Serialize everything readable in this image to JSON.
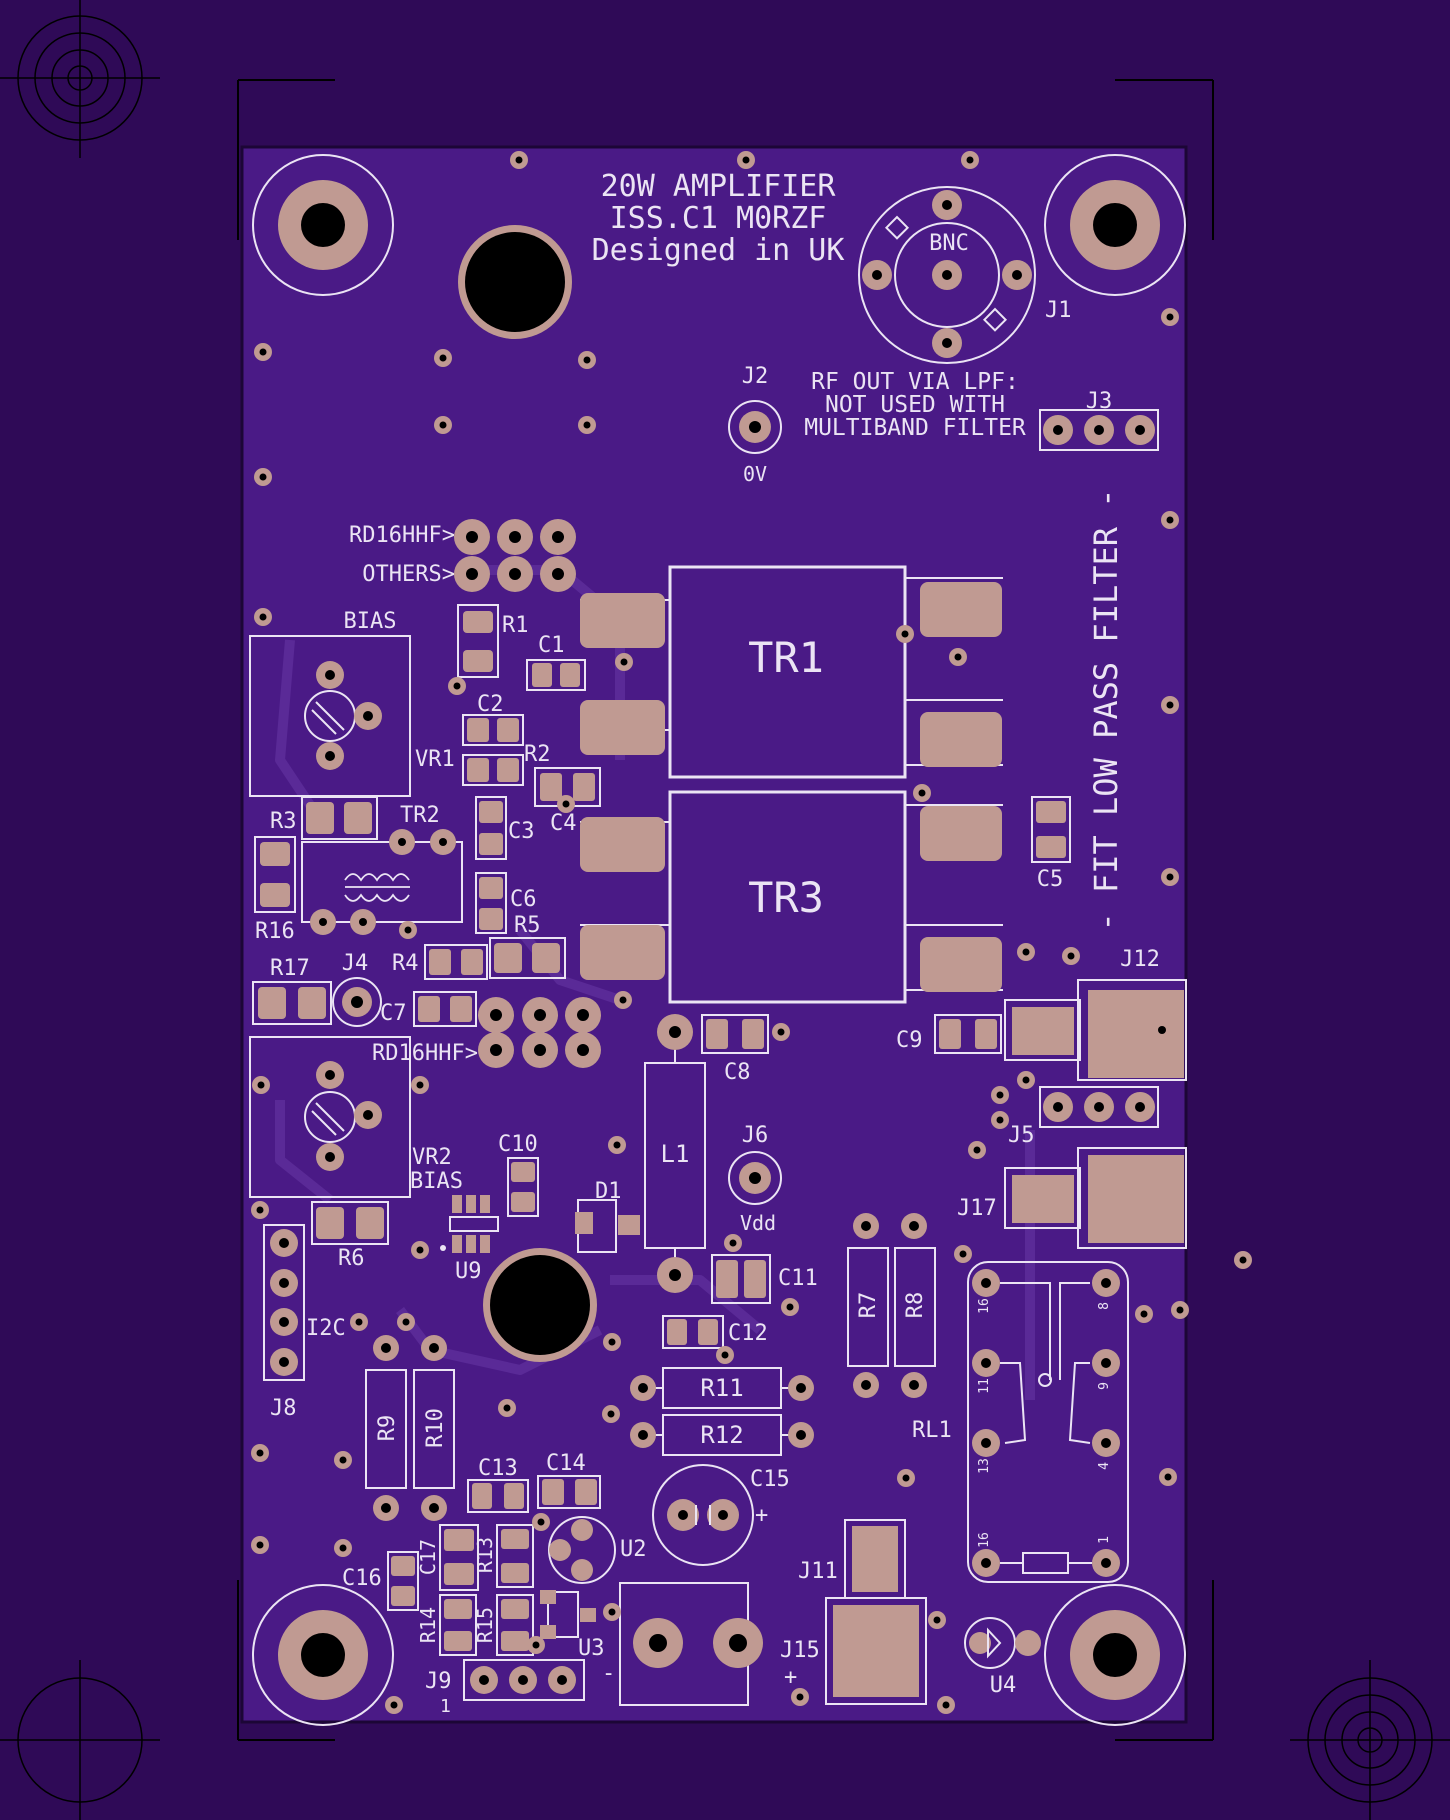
{
  "colors": {
    "background": "#2f0a57",
    "board": "#4a1a86",
    "silkscreen": "#ebe4f4",
    "copper": "#c09a92",
    "drill": "#000000",
    "trace": "#5a2a97"
  },
  "title": {
    "line1": "20W AMPLIFIER",
    "line2": "ISS.C1  M0RZF",
    "line3": "Designed in UK"
  },
  "notes": {
    "rf_out_1": "RF OUT VIA LPF:",
    "rf_out_2": "NOT USED WITH",
    "rf_out_3": "MULTIBAND FILTER",
    "lpf": "- FIT LOW PASS FILTER -",
    "rd16_top": "RD16HHF>",
    "others": "OTHERS>",
    "rd16_bottom": "RD16HHF>",
    "bias_top": "BIAS",
    "bias_bottom": "BIAS",
    "bnc": "BNC",
    "j2_net": "0V",
    "j6_net": "Vdd"
  },
  "refs": {
    "J1": "J1",
    "J2": "J2",
    "J3": "J3",
    "J4": "J4",
    "J5": "J5",
    "J6": "J6",
    "J8": "J8",
    "J9": "J9",
    "J11": "J11",
    "J12": "J12",
    "J15": "J15",
    "J17": "J17",
    "TR1": "TR1",
    "TR2": "TR2",
    "TR3": "TR3",
    "R1": "R1",
    "R2": "R2",
    "R3": "R3",
    "R4": "R4",
    "R5": "R5",
    "R6": "R6",
    "R7": "R7",
    "R8": "R8",
    "R9": "R9",
    "R10": "R10",
    "R11": "R11",
    "R12": "R12",
    "R13": "R13",
    "R14": "R14",
    "R15": "R15",
    "R16": "R16",
    "R17": "R17",
    "C1": "C1",
    "C2": "C2",
    "C3": "C3",
    "C4": "C4",
    "C5": "C5",
    "C6": "C6",
    "C7": "C7",
    "C8": "C8",
    "C9": "C9",
    "C10": "C10",
    "C11": "C11",
    "C12": "C12",
    "C13": "C13",
    "C14": "C14",
    "C15": "C15",
    "C16": "C16",
    "C17": "C17",
    "VR1": "VR1",
    "VR2": "VR2",
    "L1": "L1",
    "D1": "D1",
    "U2": "U2",
    "U3": "U3",
    "U4": "U4",
    "U9": "U9",
    "RL1": "RL1",
    "I2C": "I2C"
  },
  "pin_marks": {
    "j9_pin1": "1",
    "plus": "+",
    "minus": "-",
    "rl1_pins": [
      "16",
      "11",
      "13",
      "16",
      "8",
      "9",
      "4",
      "1"
    ]
  }
}
